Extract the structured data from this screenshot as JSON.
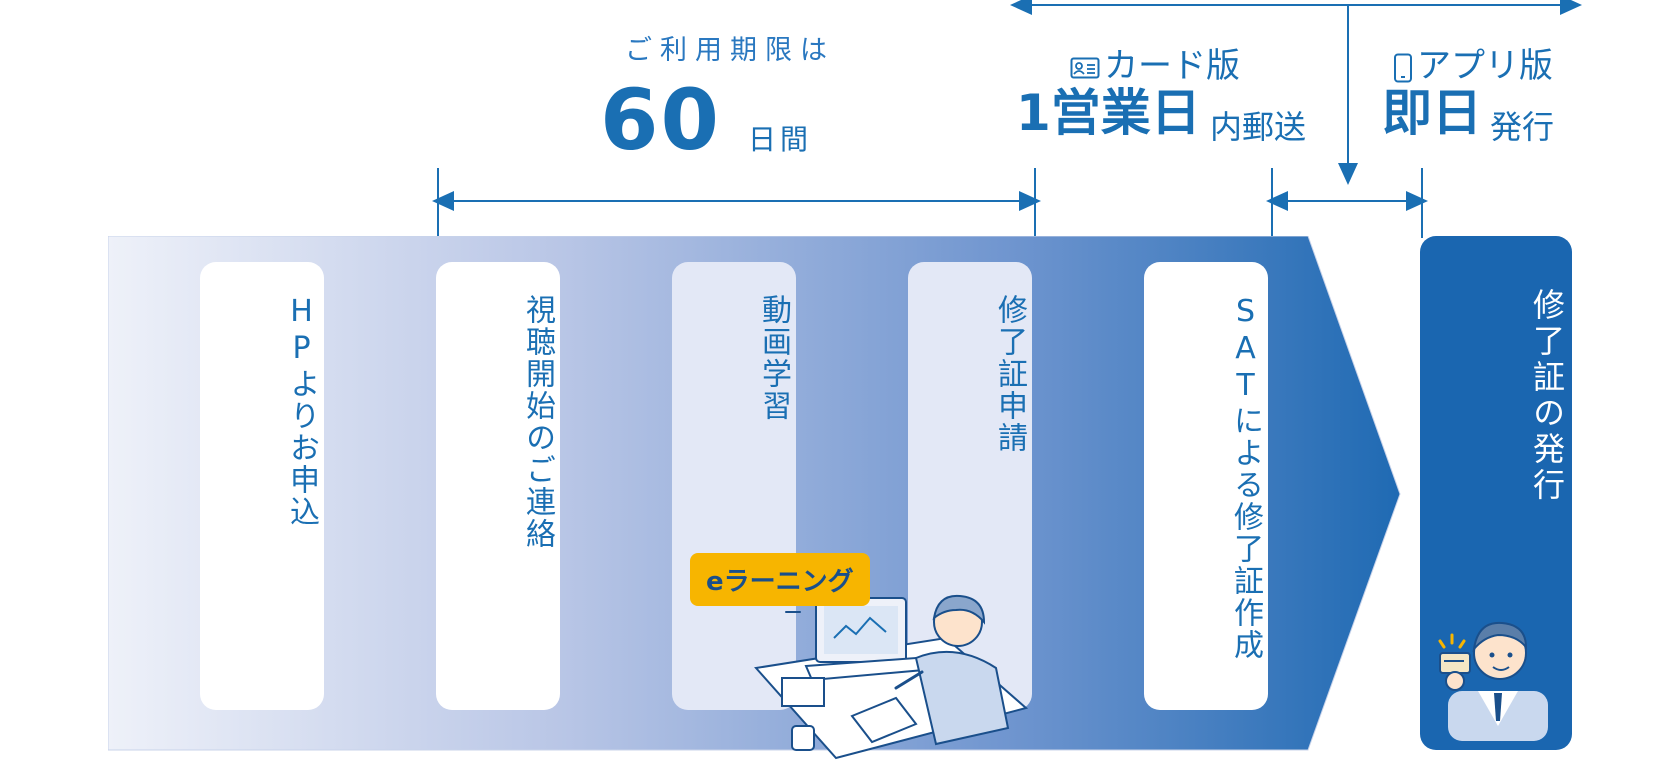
{
  "header": {
    "period_label": "ご利用期限は",
    "period_value": "60",
    "period_unit": "日間"
  },
  "card_version": {
    "icon": "id-card-icon",
    "title": "カード版",
    "main": "1営業日",
    "sub": "内郵送"
  },
  "app_version": {
    "icon": "smartphone-icon",
    "title": "アプリ版",
    "main": "即日",
    "sub": "発行"
  },
  "steps": [
    {
      "label": "HPよりお申込"
    },
    {
      "label": "視聴開始のご連絡"
    },
    {
      "label": "動画学習"
    },
    {
      "label": "修了証申請"
    },
    {
      "label": "SATによる修了証作成"
    }
  ],
  "final_step": {
    "label": "修了証の発行"
  },
  "badge": {
    "label": "eラーニング"
  },
  "colors": {
    "primary": "#1a6fb3",
    "dark_blue": "#1a66b0",
    "band_start": "#eef1f9",
    "band_end": "#1f6ab3",
    "badge": "#f7b500"
  }
}
